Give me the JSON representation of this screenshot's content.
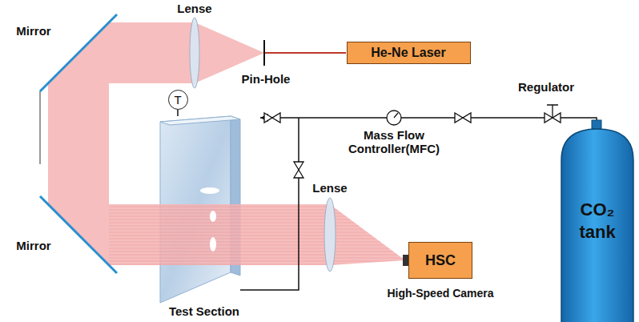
{
  "diagram": {
    "nodes": [
      {
        "text": [
          "He-Ne Laser"
        ]
      },
      {
        "text": [
          "T"
        ]
      },
      {
        "text": [
          "Test Section"
        ]
      },
      {
        "text": [
          "HSC",
          "High-Speed Camera"
        ]
      },
      {
        "text": [
          "CO₂ tank"
        ]
      }
    ],
    "edges": [
      {
        "from": 4,
        "to": 2,
        "arrow": "to"
      },
      {
        "from": 1,
        "to": 2,
        "arrow": "none"
      }
    ],
    "labels": [
      "Mirror",
      "Lense",
      "Pin-Hole",
      "Regulator",
      "Mass Flow Controller(MFC)",
      "Lense",
      "Mirror"
    ]
  }
}
